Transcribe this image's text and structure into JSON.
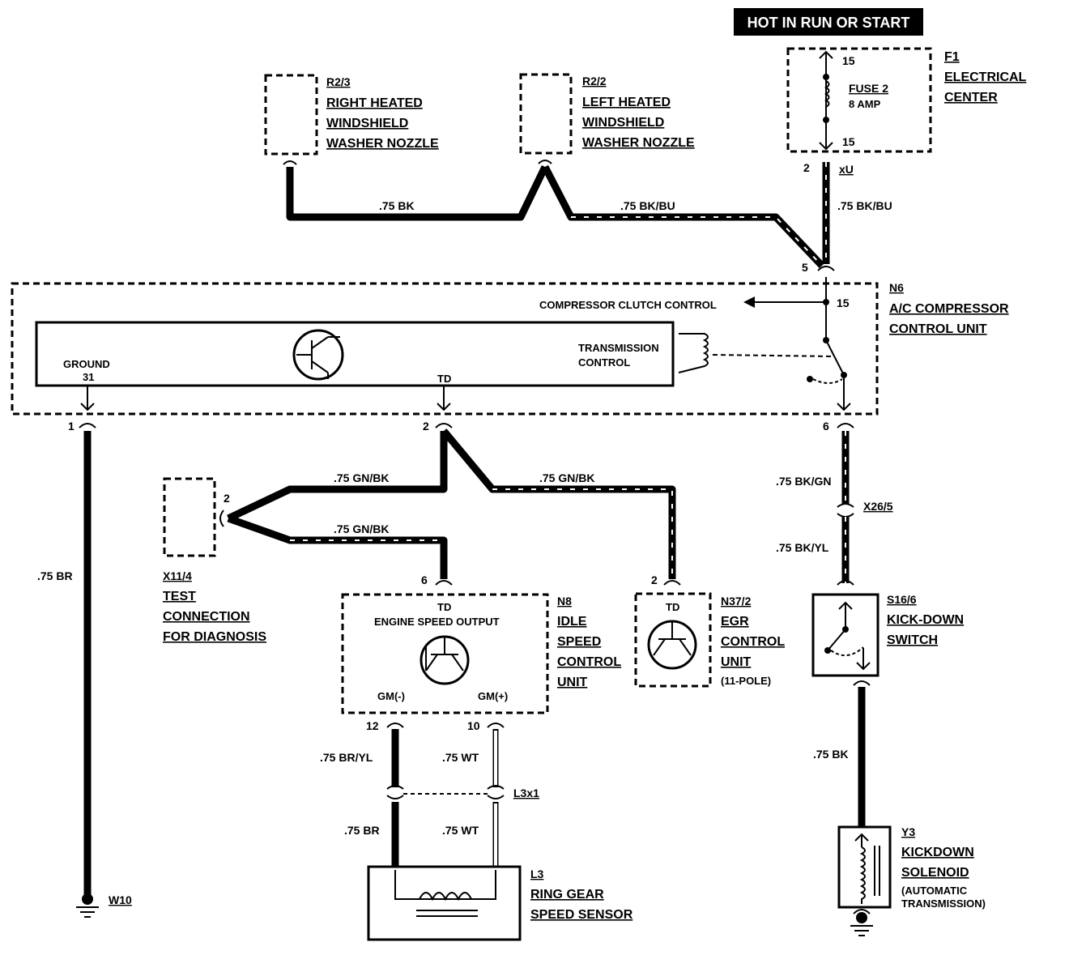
{
  "banner": "HOT IN RUN OR START",
  "components": {
    "f1": {
      "id": "F1",
      "l1": "ELECTRICAL",
      "l2": "CENTER",
      "fuse_pin_top": "15",
      "fuse_name": "FUSE 2",
      "fuse_rating": "8 AMP",
      "fuse_pin_bottom": "15",
      "pin_out": "2",
      "conn": "xU"
    },
    "r2_3": {
      "id": "R2/3",
      "l1": "RIGHT HEATED",
      "l2": "WINDSHIELD",
      "l3": "WASHER NOZZLE"
    },
    "r2_2": {
      "id": "R2/2",
      "l1": "LEFT HEATED",
      "l2": "WINDSHIELD",
      "l3": "WASHER NOZZLE"
    },
    "n6": {
      "id": "N6",
      "l1": "A/C COMPRESSOR",
      "l2": "CONTROL UNIT",
      "compressor_clutch": "COMPRESSOR CLUTCH CONTROL",
      "pin15": "15",
      "trans1": "TRANSMISSION",
      "trans2": "CONTROL",
      "ground1": "GROUND",
      "ground2": "31",
      "td": "TD",
      "pin5": "5",
      "pin1": "1",
      "pin2": "2",
      "pin6": "6"
    },
    "x11_4": {
      "id": "X11/4",
      "l1": "TEST",
      "l2": "CONNECTION",
      "l3": "FOR DIAGNOSIS",
      "pin": "2"
    },
    "n8": {
      "id": "N8",
      "l1": "IDLE",
      "l2": "SPEED",
      "l3": "CONTROL",
      "l4": "UNIT",
      "td": "TD",
      "eso": "ENGINE SPEED OUTPUT",
      "gm_minus": "GM(-)",
      "gm_plus": "GM(+)",
      "pin6": "6",
      "pin12": "12",
      "pin10": "10"
    },
    "n37_2": {
      "id": "N37/2",
      "l1": "EGR",
      "l2": "CONTROL",
      "l3": "UNIT",
      "l4": "(11-POLE)",
      "td": "TD",
      "pin": "2"
    },
    "s16_6": {
      "id": "S16/6",
      "l1": "KICK-DOWN",
      "l2": "SWITCH"
    },
    "x26_5": {
      "id": "X26/5"
    },
    "l3x1": {
      "id": "L3x1"
    },
    "l3": {
      "id": "L3",
      "l1": "RING GEAR",
      "l2": "SPEED SENSOR"
    },
    "y3": {
      "id": "Y3",
      "l1": "KICKDOWN",
      "l2": "SOLENOID",
      "l3": "(AUTOMATIC",
      "l4": "TRANSMISSION)"
    },
    "w10": {
      "id": "W10"
    }
  },
  "wires": {
    "r23_to_r22": ".75 BK",
    "r22_to_n6": ".75 BK/BU",
    "f1_to_n6": ".75 BK/BU",
    "n6_ground": ".75 BR",
    "td_to_x11_upper": ".75 GN/BK",
    "td_to_n37": ".75 GN/BK",
    "x11_to_n8": ".75 GN/BK",
    "n6_to_x26": ".75 BK/GN",
    "x26_to_s16": ".75 BK/YL",
    "s16_to_y3": ".75 BK",
    "n8_12_upper": ".75 BR/YL",
    "n8_10_upper": ".75 WT",
    "n8_12_lower": ".75 BR",
    "n8_10_lower": ".75 WT"
  }
}
